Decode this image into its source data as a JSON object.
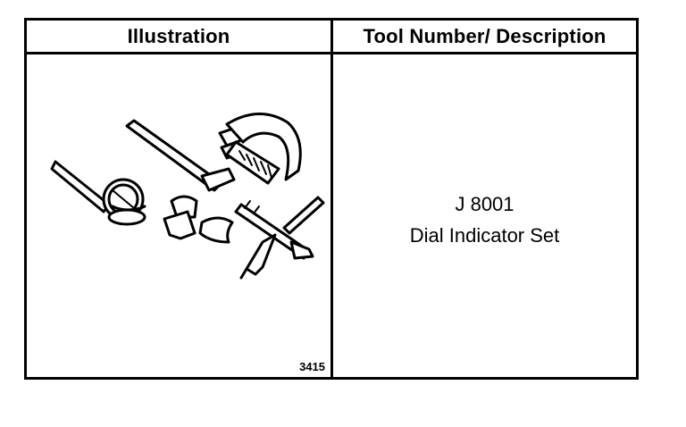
{
  "table": {
    "headers": {
      "illustration": "Illustration",
      "description": "Tool Number/ Description"
    },
    "figure_number": "3415",
    "tool": {
      "number": "J 8001",
      "name": "Dial Indicator Set"
    }
  },
  "colors": {
    "line": "#000000",
    "background": "#ffffff"
  },
  "illustration_icon": "dial-indicator-set-icon"
}
